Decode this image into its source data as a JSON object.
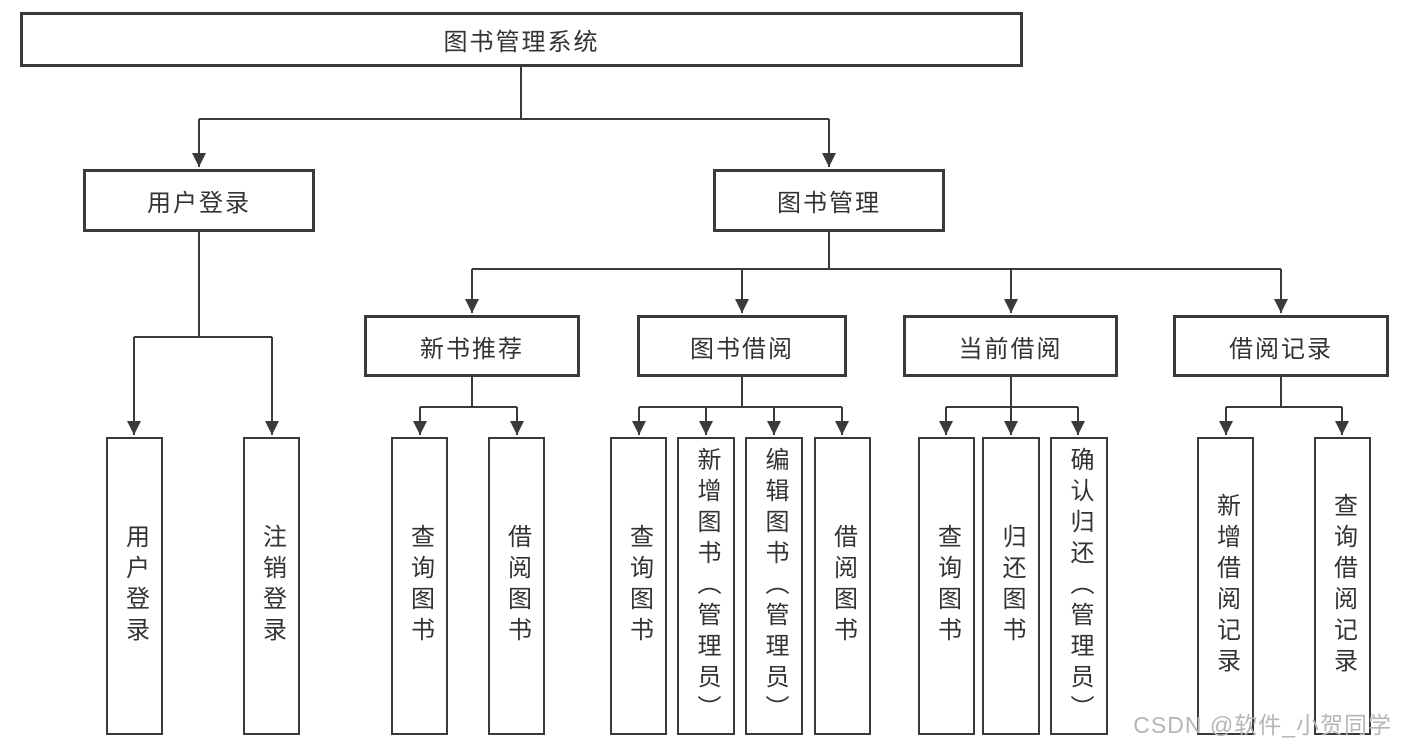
{
  "colors": {
    "line": "#3a3a3a",
    "text": "#333333",
    "watermark": "#b3b6ba",
    "background": "#ffffff"
  },
  "tree": {
    "root": {
      "label": "图书管理系统"
    },
    "branches": [
      {
        "label": "用户登录",
        "leaves": [
          {
            "label": "用户登录"
          },
          {
            "label": "注销登录"
          }
        ]
      },
      {
        "label": "图书管理",
        "groups": [
          {
            "label": "新书推荐",
            "leaves": [
              {
                "label": "查询图书"
              },
              {
                "label": "借阅图书"
              }
            ]
          },
          {
            "label": "图书借阅",
            "leaves": [
              {
                "label": "查询图书"
              },
              {
                "label": "新增图书（管理员）"
              },
              {
                "label": "编辑图书（管理员）"
              },
              {
                "label": "借阅图书"
              }
            ]
          },
          {
            "label": "当前借阅",
            "leaves": [
              {
                "label": "查询图书"
              },
              {
                "label": "归还图书"
              },
              {
                "label": "确认归还（管理员）"
              }
            ]
          },
          {
            "label": "借阅记录",
            "leaves": [
              {
                "label": "新增借阅记录"
              },
              {
                "label": "查询借阅记录"
              }
            ]
          }
        ]
      }
    ]
  },
  "watermark": {
    "text": "CSDN @软件_小贺同学"
  }
}
